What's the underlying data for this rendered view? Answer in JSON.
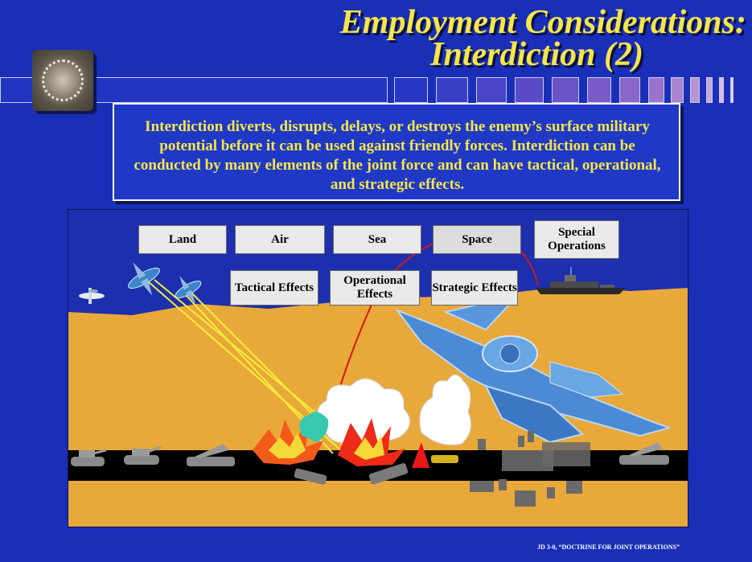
{
  "title": {
    "line1": "Employment Considerations:",
    "line2": "Interdiction (2)"
  },
  "callout": {
    "text": "Interdiction diverts, disrupts, delays, or destroys the enemy’s surface military potential before it can be used against friendly forces.  Interdiction can be conducted by many elements of the joint force and can have tactical, operational, and strategic effects."
  },
  "elements": {
    "land": "Land",
    "air": "Air",
    "sea": "Sea",
    "space": "Space",
    "special_operations": "Special Operations"
  },
  "effects": {
    "tactical": "Tactical Effects",
    "operational": "Operational Effects",
    "strategic": "Strategic Effects"
  },
  "footer": "JD 3-0, “DOCTRINE FOR JOINT OPERATIONS”",
  "colors": {
    "background": "#1a2fb8",
    "title": "#f5e64a",
    "sky": "#1c2fae",
    "desert": "#e9a83a",
    "road": "#000000"
  },
  "icons": [
    "emblem-seal",
    "fighter-jet-icon",
    "warship-icon",
    "attack-aircraft-icon",
    "tank-icon",
    "rocket-launcher-icon",
    "explosion-icon",
    "soldiers-icon"
  ]
}
